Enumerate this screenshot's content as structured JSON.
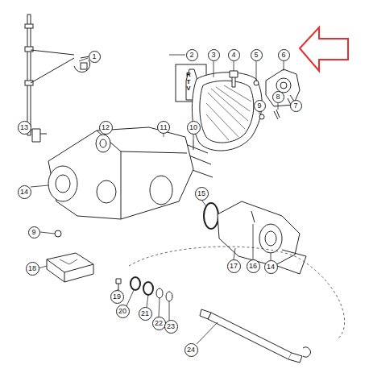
{
  "diagram": {
    "nodes": [
      {
        "text": [
          "1"
        ]
      },
      {
        "text": [
          "2"
        ]
      },
      {
        "text": [
          "3"
        ]
      },
      {
        "text": [
          "4"
        ]
      },
      {
        "text": [
          "5"
        ]
      },
      {
        "text": [
          "6"
        ]
      },
      {
        "text": [
          "7"
        ]
      },
      {
        "text": [
          "8"
        ]
      },
      {
        "text": [
          "9"
        ]
      },
      {
        "text": [
          "10"
        ]
      },
      {
        "text": [
          "11"
        ]
      },
      {
        "text": [
          "12"
        ]
      },
      {
        "text": [
          "13"
        ]
      },
      {
        "text": [
          "14"
        ]
      },
      {
        "text": [
          "15"
        ]
      },
      {
        "text": [
          "9"
        ]
      },
      {
        "text": [
          "18"
        ]
      },
      {
        "text": [
          "17"
        ]
      },
      {
        "text": [
          "16"
        ]
      },
      {
        "text": [
          "14"
        ]
      },
      {
        "text": [
          "19"
        ]
      },
      {
        "text": [
          "20"
        ]
      },
      {
        "text": [
          "21"
        ]
      },
      {
        "text": [
          "22"
        ]
      },
      {
        "text": [
          "23"
        ]
      },
      {
        "text": [
          "24"
        ]
      }
    ],
    "labels": [
      "RTV"
    ]
  }
}
